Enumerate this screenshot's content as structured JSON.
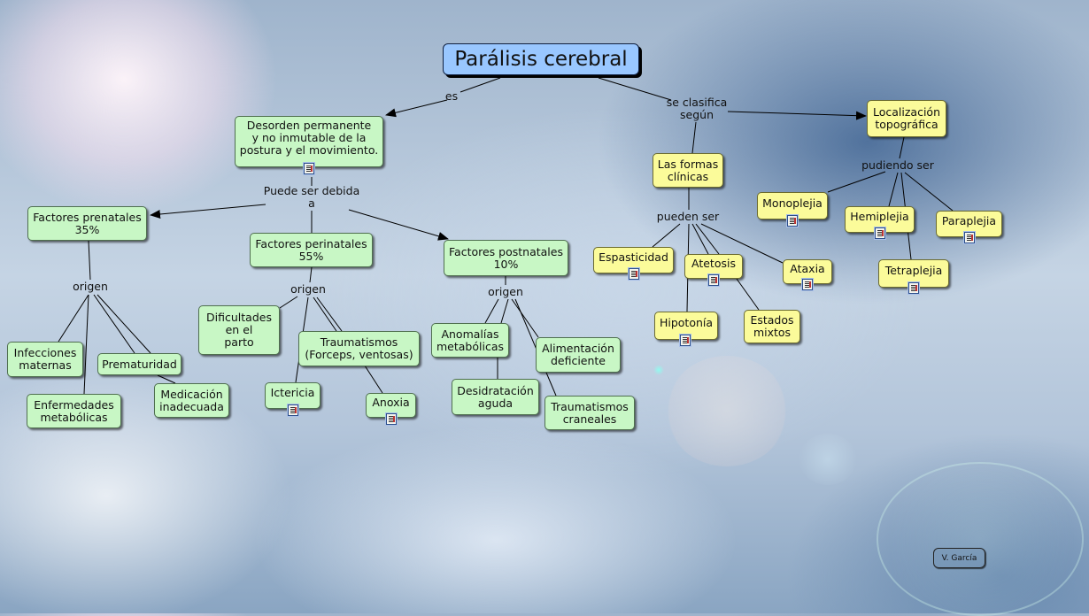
{
  "title": "Parálisis cerebral",
  "author": "V. García",
  "colors": {
    "root": "#99c7ff",
    "concept_green": "#c8f7c5",
    "concept_yellow": "#fbfb9a",
    "link": "#000000"
  },
  "nodes": {
    "root": "Parálisis cerebral",
    "desorden": "Desorden permanente\ny no inmutable de la\npostura y el movimiento.",
    "prenatales": "Factores prenatales\n35%",
    "perinatales": "Factores perinatales\n55%",
    "postnatales": "Factores postnatales\n10%",
    "infecciones": "Infecciones\nmaternas",
    "prematuridad": "Prematuridad",
    "enfermedades": "Enfermedades\nmetabólicas",
    "medicacion": "Medicación\ninadecuada",
    "dificultades": "Dificultades\nen el\nparto",
    "traumatismos": "Traumatismos\n(Forceps, ventosas)",
    "ictericia": "Ictericia",
    "anoxia": "Anoxia",
    "anomalias": "Anomalías\nmetabólicas",
    "alimentacion": "Alimentación\ndeficiente",
    "desidratacion": "Desidratación\naguda",
    "trauma_craneales": "Traumatismos\ncraneales",
    "formas": "Las formas\nclínicas",
    "localizacion": "Localización\ntopográfica",
    "espasticidad": "Espasticidad",
    "atetosis": "Atetosis",
    "ataxia": "Ataxia",
    "hipotonia": "Hipotonía",
    "estados": "Estados\nmixtos",
    "monoplejia": "Monoplejia",
    "hemiplejia": "Hemiplejia",
    "paraplejia": "Paraplejia",
    "tetraplejia": "Tetraplejia"
  },
  "link_labels": {
    "es": "es",
    "se_clasifica": "se clasifica\nsegún",
    "puede_ser_debida": "Puede ser debida\na",
    "origen_pre": "origen",
    "origen_peri": "origen",
    "origen_post": "origen",
    "pueden_ser": "pueden ser",
    "pudiendo_ser": "pudiendo ser"
  }
}
